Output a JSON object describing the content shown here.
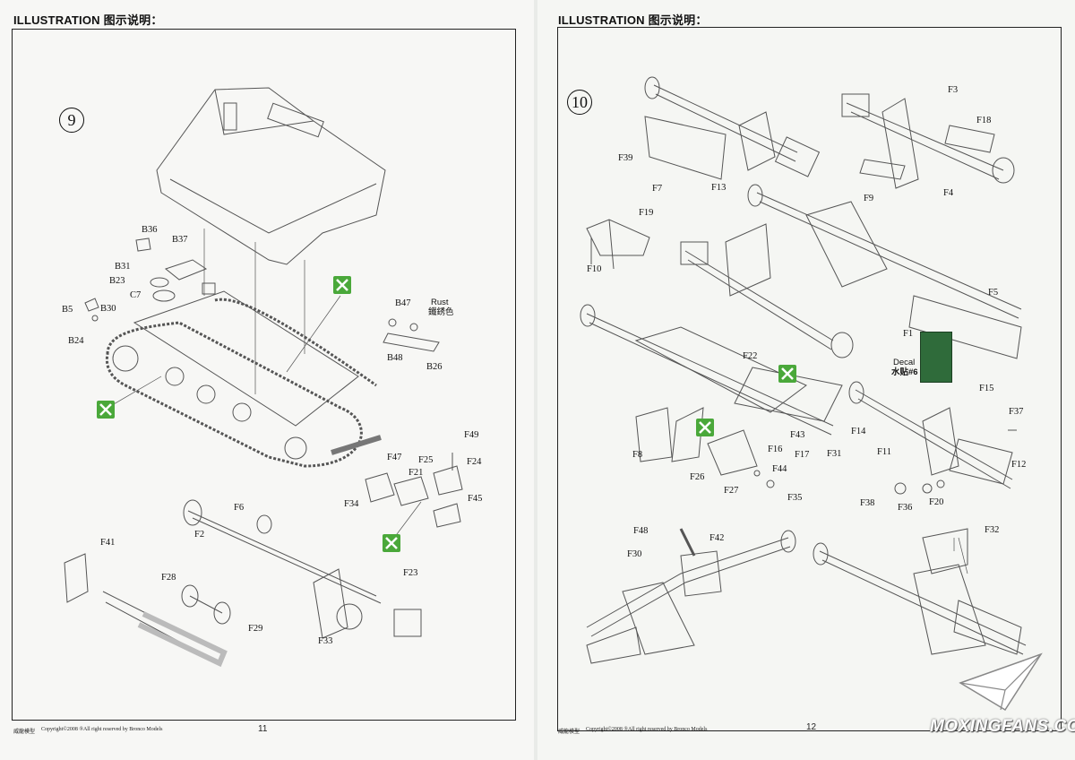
{
  "header": {
    "left": "ILLUSTRATION 图示说明：",
    "right": "ILLUSTRATION 图示说明："
  },
  "steps": {
    "left": "9",
    "right": "10"
  },
  "left_labels": [
    "B36",
    "B37",
    "B31",
    "B23",
    "C7",
    "B5",
    "B30",
    "B24",
    "B47",
    "Rust",
    "鐵銹色",
    "B48",
    "B26",
    "F49",
    "F47",
    "F25",
    "F24",
    "F21",
    "F34",
    "F45",
    "F6",
    "F2",
    "F41",
    "F23",
    "F28",
    "F29",
    "F33"
  ],
  "right_labels": [
    "F3",
    "F18",
    "F39",
    "F7",
    "F13",
    "F9",
    "F4",
    "F19",
    "F10",
    "F5",
    "F1",
    "Decal",
    "水贴#6",
    "F15",
    "F22",
    "F14",
    "F43",
    "F16",
    "F17",
    "F31",
    "F8",
    "F26",
    "F44",
    "F27",
    "F35",
    "F37",
    "F11",
    "F12",
    "F38",
    "F36",
    "F20",
    "F48",
    "F30",
    "F42",
    "F32"
  ],
  "footer": {
    "brand": "威龍模型",
    "copyright": "Copyright©2008  ®All right reserved by Bronco Models",
    "page_left": "11",
    "page_right": "12"
  },
  "watermark": "MOXINGFANS.COM",
  "icons": {
    "cut_marker": "green-cut-icon",
    "watermark_logo": "paper-plane-icon"
  },
  "colors": {
    "cut_green": "#4aa83a",
    "line": "#555555"
  }
}
